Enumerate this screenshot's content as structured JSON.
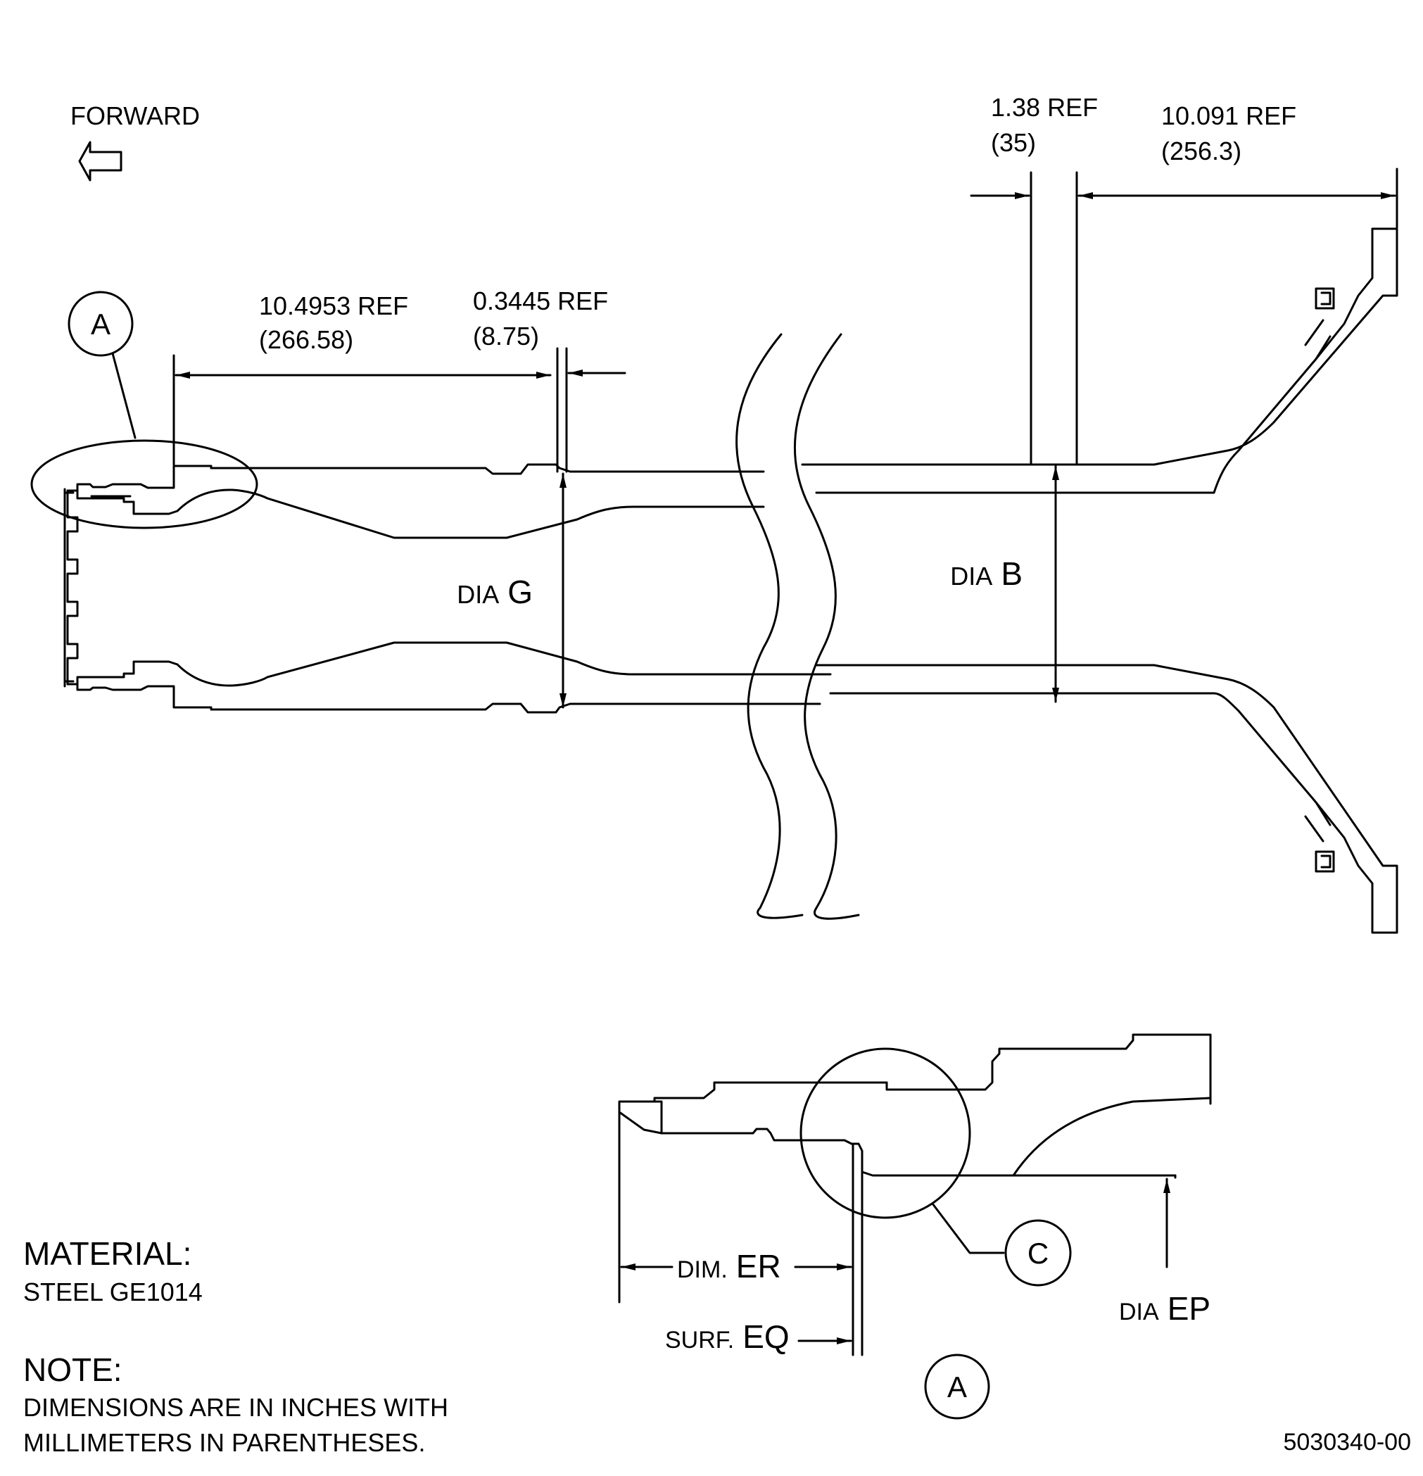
{
  "forward_label": "FORWARD",
  "dimensions": {
    "d1": {
      "in": "10.4953 REF",
      "mm": "(266.58)"
    },
    "d2": {
      "in": "0.3445 REF",
      "mm": "(8.75)"
    },
    "d3": {
      "in": "1.38 REF",
      "mm": "(35)"
    },
    "d4": {
      "in": "10.091 REF",
      "mm": "(256.3)"
    }
  },
  "callouts": {
    "dia_g": {
      "prefix": "DIA",
      "code": "G"
    },
    "dia_b": {
      "prefix": "DIA",
      "code": "B"
    },
    "dim_er": {
      "prefix": "DIM.",
      "code": "ER"
    },
    "surf_eq": {
      "prefix": "SURF.",
      "code": "EQ"
    },
    "dia_ep": {
      "prefix": "DIA",
      "code": "EP"
    }
  },
  "detail_labels": {
    "a_main": "A",
    "a_detail": "A",
    "c": "C"
  },
  "material": {
    "heading": "MATERIAL:",
    "value": "STEEL GE1014"
  },
  "note": {
    "heading": "NOTE:",
    "line1": "DIMENSIONS ARE IN INCHES WITH",
    "line2": "MILLIMETERS IN PARENTHESES."
  },
  "figure_id": "5030340-00"
}
